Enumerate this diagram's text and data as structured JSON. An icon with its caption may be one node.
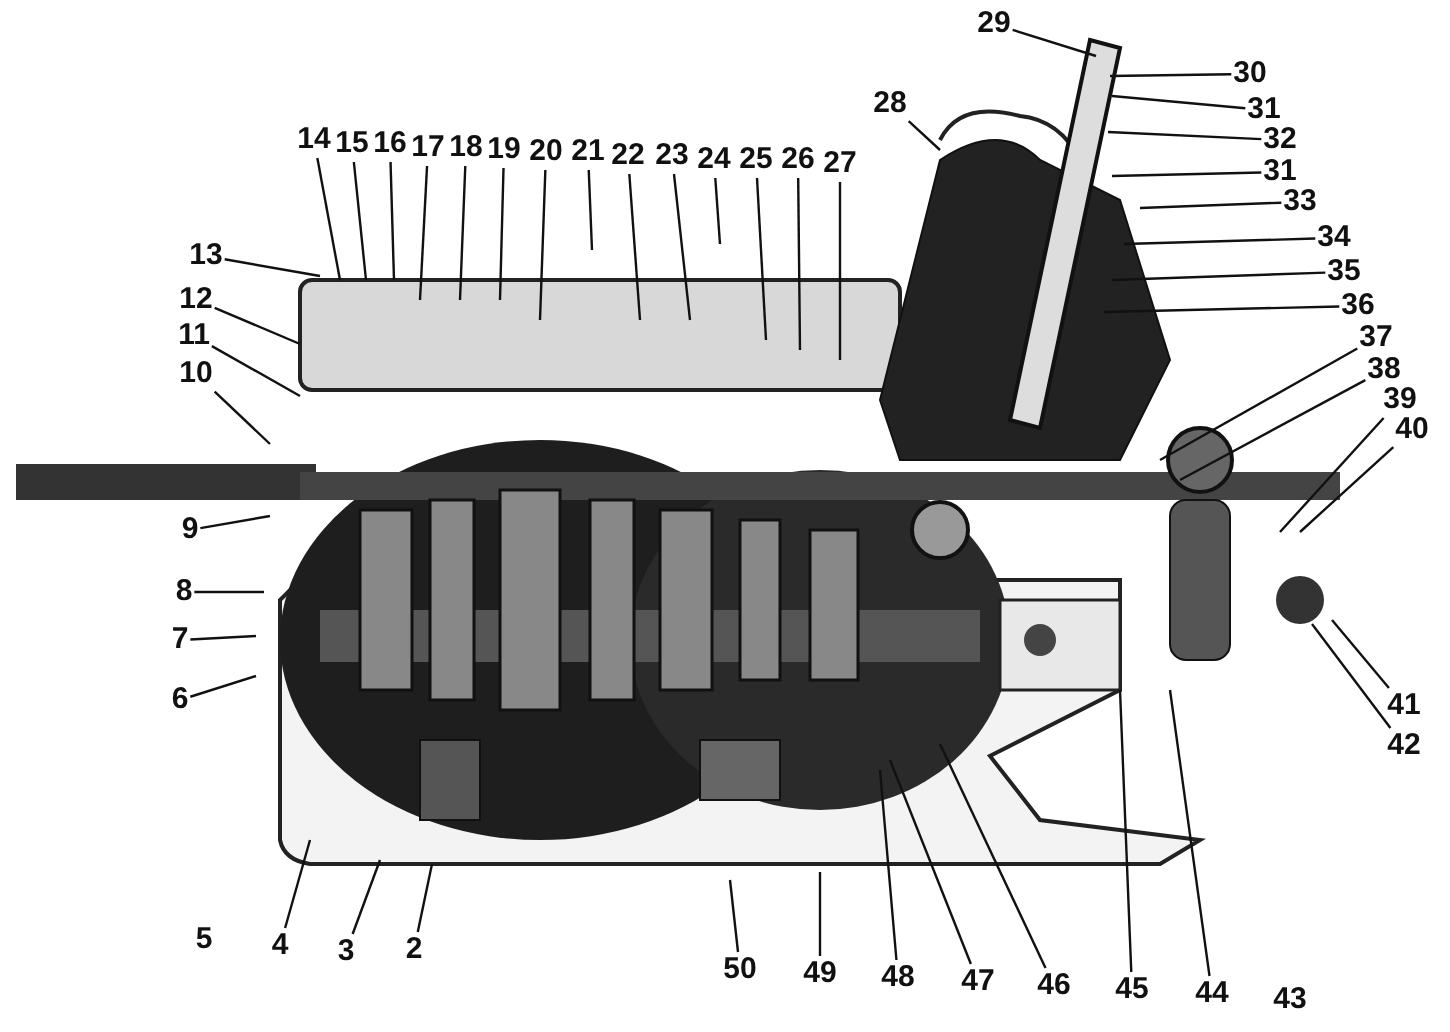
{
  "diagram": {
    "nodes": [
      {
        "text": [
          "2"
        ]
      },
      {
        "text": [
          "3"
        ]
      },
      {
        "text": [
          "4"
        ]
      },
      {
        "text": [
          "6"
        ]
      },
      {
        "text": [
          "7"
        ]
      },
      {
        "text": [
          "8"
        ]
      },
      {
        "text": [
          "9"
        ]
      },
      {
        "text": [
          "10"
        ]
      },
      {
        "text": [
          "11"
        ]
      },
      {
        "text": [
          "12"
        ]
      },
      {
        "text": [
          "13"
        ]
      },
      {
        "text": [
          "14"
        ]
      },
      {
        "text": [
          "15"
        ]
      },
      {
        "text": [
          "16"
        ]
      },
      {
        "text": [
          "17"
        ]
      },
      {
        "text": [
          "18"
        ]
      },
      {
        "text": [
          "19"
        ]
      },
      {
        "text": [
          "20"
        ]
      },
      {
        "text": [
          "21"
        ]
      },
      {
        "text": [
          "22"
        ]
      },
      {
        "text": [
          "23"
        ]
      },
      {
        "text": [
          "24"
        ]
      },
      {
        "text": [
          "25"
        ]
      },
      {
        "text": [
          "26"
        ]
      },
      {
        "text": [
          "27"
        ]
      },
      {
        "text": [
          "28"
        ]
      },
      {
        "text": [
          "29"
        ]
      },
      {
        "text": [
          "30"
        ]
      },
      {
        "text": [
          "31"
        ]
      },
      {
        "text": [
          "32"
        ]
      },
      {
        "text": [
          "31"
        ]
      },
      {
        "text": [
          "33"
        ]
      },
      {
        "text": [
          "34"
        ]
      },
      {
        "text": [
          "35"
        ]
      },
      {
        "text": [
          "36"
        ]
      },
      {
        "text": [
          "37"
        ]
      },
      {
        "text": [
          "38"
        ]
      },
      {
        "text": [
          "39"
        ]
      },
      {
        "text": [
          "40"
        ]
      },
      {
        "text": [
          "41"
        ]
      },
      {
        "text": [
          "42"
        ]
      },
      {
        "text": [
          "44"
        ]
      },
      {
        "text": [
          "45"
        ]
      },
      {
        "text": [
          "46"
        ]
      },
      {
        "text": [
          "47"
        ]
      },
      {
        "text": [
          "48"
        ]
      },
      {
        "text": [
          "49"
        ]
      },
      {
        "text": [
          "50"
        ]
      }
    ],
    "edges": [
      {
        "from": 0,
        "to": null,
        "arrow": "none"
      },
      {
        "from": 1,
        "to": null,
        "arrow": "none"
      },
      {
        "from": 2,
        "to": null,
        "arrow": "none"
      },
      {
        "from": 3,
        "to": null,
        "arrow": "none"
      },
      {
        "from": 4,
        "to": null,
        "arrow": "none"
      },
      {
        "from": 5,
        "to": null,
        "arrow": "none"
      },
      {
        "from": 6,
        "to": null,
        "arrow": "none"
      },
      {
        "from": 7,
        "to": null,
        "arrow": "none"
      },
      {
        "from": 8,
        "to": null,
        "arrow": "none"
      },
      {
        "from": 9,
        "to": null,
        "arrow": "none"
      },
      {
        "from": 10,
        "to": null,
        "arrow": "none"
      },
      {
        "from": 11,
        "to": null,
        "arrow": "none"
      },
      {
        "from": 12,
        "to": null,
        "arrow": "none"
      },
      {
        "from": 13,
        "to": null,
        "arrow": "none"
      },
      {
        "from": 14,
        "to": null,
        "arrow": "none"
      },
      {
        "from": 15,
        "to": null,
        "arrow": "none"
      },
      {
        "from": 16,
        "to": null,
        "arrow": "none"
      },
      {
        "from": 17,
        "to": null,
        "arrow": "none"
      },
      {
        "from": 18,
        "to": null,
        "arrow": "none"
      },
      {
        "from": 19,
        "to": null,
        "arrow": "none"
      },
      {
        "from": 20,
        "to": null,
        "arrow": "none"
      },
      {
        "from": 21,
        "to": null,
        "arrow": "none"
      },
      {
        "from": 22,
        "to": null,
        "arrow": "none"
      },
      {
        "from": 23,
        "to": null,
        "arrow": "none"
      },
      {
        "from": 24,
        "to": null,
        "arrow": "none"
      },
      {
        "from": 25,
        "to": null,
        "arrow": "none"
      },
      {
        "from": 26,
        "to": null,
        "arrow": "none"
      },
      {
        "from": 27,
        "to": null,
        "arrow": "none"
      },
      {
        "from": 28,
        "to": null,
        "arrow": "none"
      },
      {
        "from": 29,
        "to": null,
        "arrow": "none"
      },
      {
        "from": 30,
        "to": null,
        "arrow": "none"
      },
      {
        "from": 31,
        "to": null,
        "arrow": "none"
      },
      {
        "from": 32,
        "to": null,
        "arrow": "none"
      },
      {
        "from": 33,
        "to": null,
        "arrow": "none"
      },
      {
        "from": 34,
        "to": null,
        "arrow": "none"
      },
      {
        "from": 35,
        "to": null,
        "arrow": "none"
      },
      {
        "from": 36,
        "to": null,
        "arrow": "none"
      },
      {
        "from": 37,
        "to": null,
        "arrow": "none"
      },
      {
        "from": 38,
        "to": null,
        "arrow": "none"
      },
      {
        "from": 39,
        "to": null,
        "arrow": "none"
      },
      {
        "from": 40,
        "to": null,
        "arrow": "none"
      },
      {
        "from": 41,
        "to": null,
        "arrow": "none"
      },
      {
        "from": 42,
        "to": null,
        "arrow": "none"
      },
      {
        "from": 43,
        "to": null,
        "arrow": "none"
      },
      {
        "from": 44,
        "to": null,
        "arrow": "none"
      },
      {
        "from": 45,
        "to": null,
        "arrow": "none"
      },
      {
        "from": 46,
        "to": null,
        "arrow": "none"
      },
      {
        "from": 47,
        "to": null,
        "arrow": "none"
      }
    ],
    "labels": [
      "5",
      "43"
    ]
  }
}
